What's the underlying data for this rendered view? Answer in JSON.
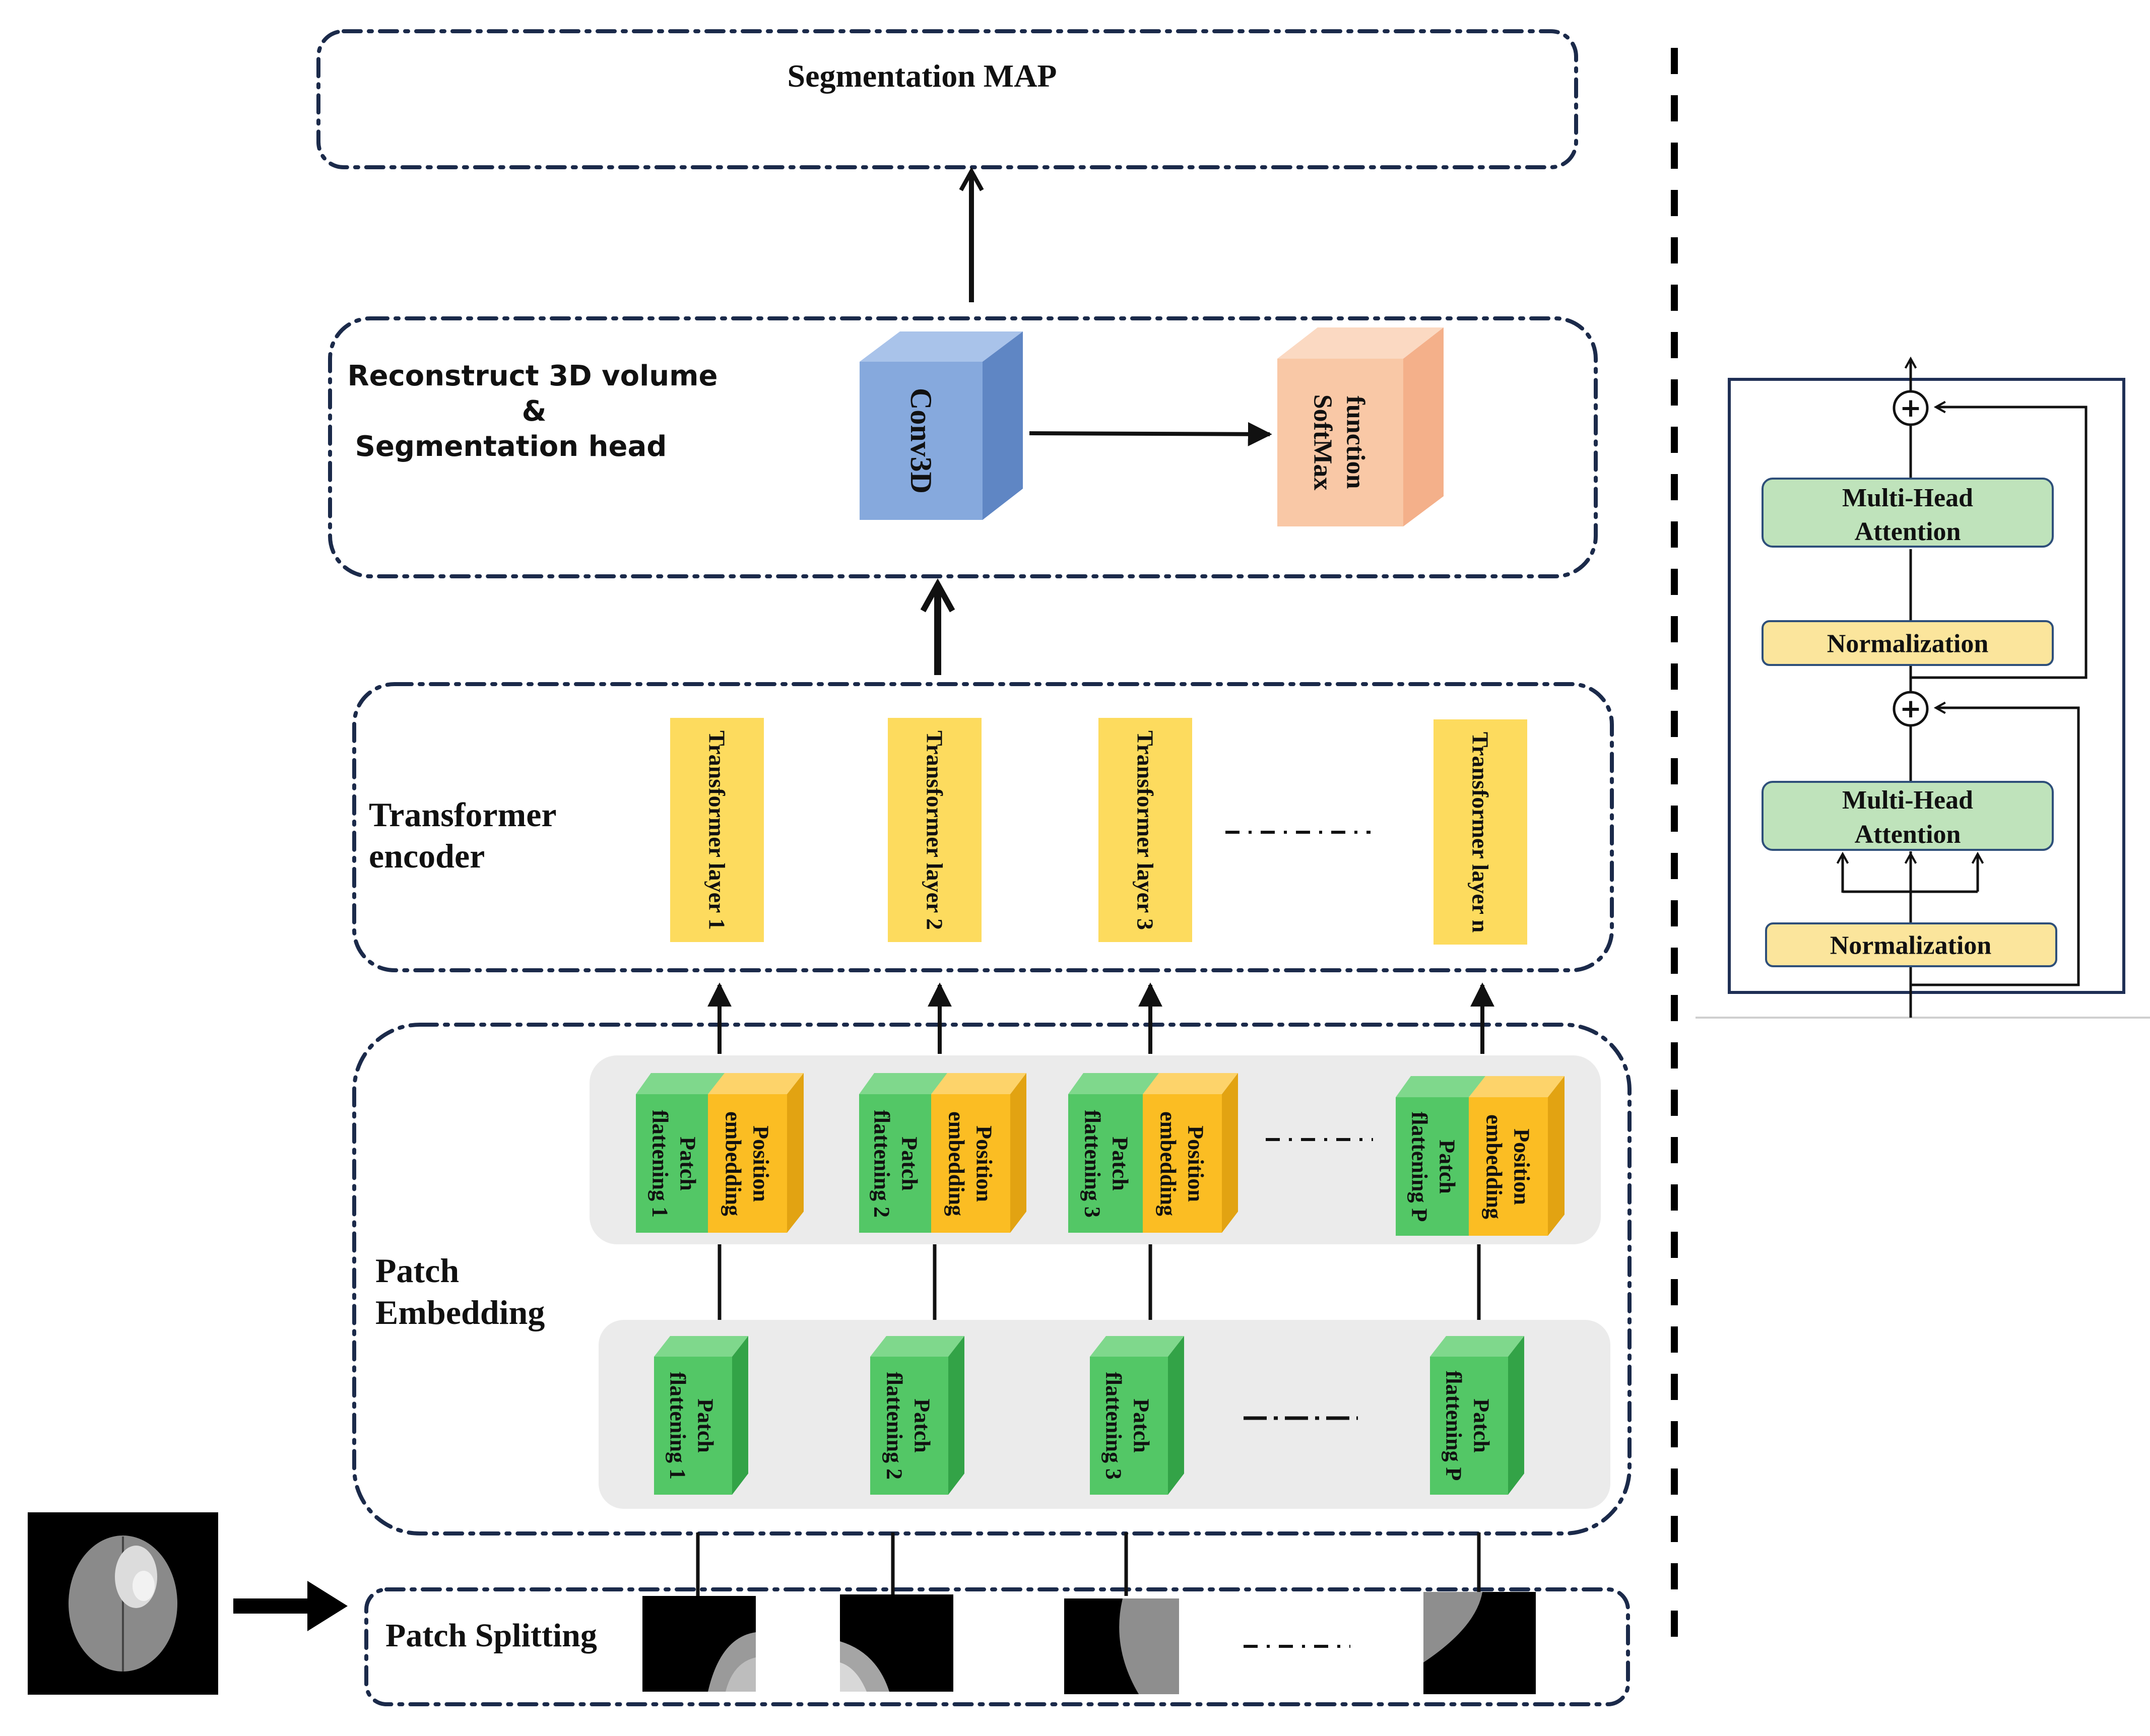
{
  "sections": {
    "segmentation_map": "Segmentation MAP",
    "reconstruct_line1": "Reconstruct 3D volume",
    "reconstruct_line2": "&",
    "reconstruct_line3": "Segmentation head",
    "conv3d": "Conv3D",
    "softmax_line1": "SoftMax",
    "softmax_line2": "function",
    "transformer_line1": "Transformer",
    "transformer_line2": "encoder",
    "patch_embedding_line1": "Patch",
    "patch_embedding_line2": "Embedding",
    "patch_splitting": "Patch Splitting"
  },
  "transformer_layers": [
    "Transformer layer 1",
    "Transformer layer 2",
    "Transformer layer 3",
    "Transformer layer n"
  ],
  "embed_cubes": [
    {
      "pf1": "Patch",
      "pf2": "flattening 1",
      "pe1": "Position",
      "pe2": "embedding"
    },
    {
      "pf1": "Patch",
      "pf2": "flattening 2",
      "pe1": "Position",
      "pe2": "embedding"
    },
    {
      "pf1": "Patch",
      "pf2": "flattening 3",
      "pe1": "Position",
      "pe2": "embedding"
    },
    {
      "pf1": "Patch",
      "pf2": "flattening P",
      "pe1": "Position",
      "pe2": "embedding"
    }
  ],
  "flatten_cubes": [
    {
      "l1": "Patch",
      "l2": "flattening 1"
    },
    {
      "l1": "Patch",
      "l2": "flattening 2"
    },
    {
      "l1": "Patch",
      "l2": "flattening 3"
    },
    {
      "l1": "Patch",
      "l2": "flattening P"
    }
  ],
  "encoder_block": {
    "mha_top_line1": "Multi-Head",
    "mha_top_line2": "Attention",
    "norm_top": "Normalization",
    "mha_bottom_line1": "Multi-Head",
    "mha_bottom_line2": "Attention",
    "norm_bottom": "Normalization",
    "add_symbol": "+"
  },
  "colors": {
    "conv3d": "#86a9dd",
    "softmax": "#f9c8a6",
    "transformer_layer": "#fddb5e",
    "patch_green": "#53c766",
    "position_orange": "#fbbd23",
    "mha_green": "#bfe3bb",
    "norm_yellow": "#fbe59c",
    "panel_gray": "#ebebeb",
    "frame_navy": "#1f2f55",
    "dash": "#1b2a4a"
  }
}
